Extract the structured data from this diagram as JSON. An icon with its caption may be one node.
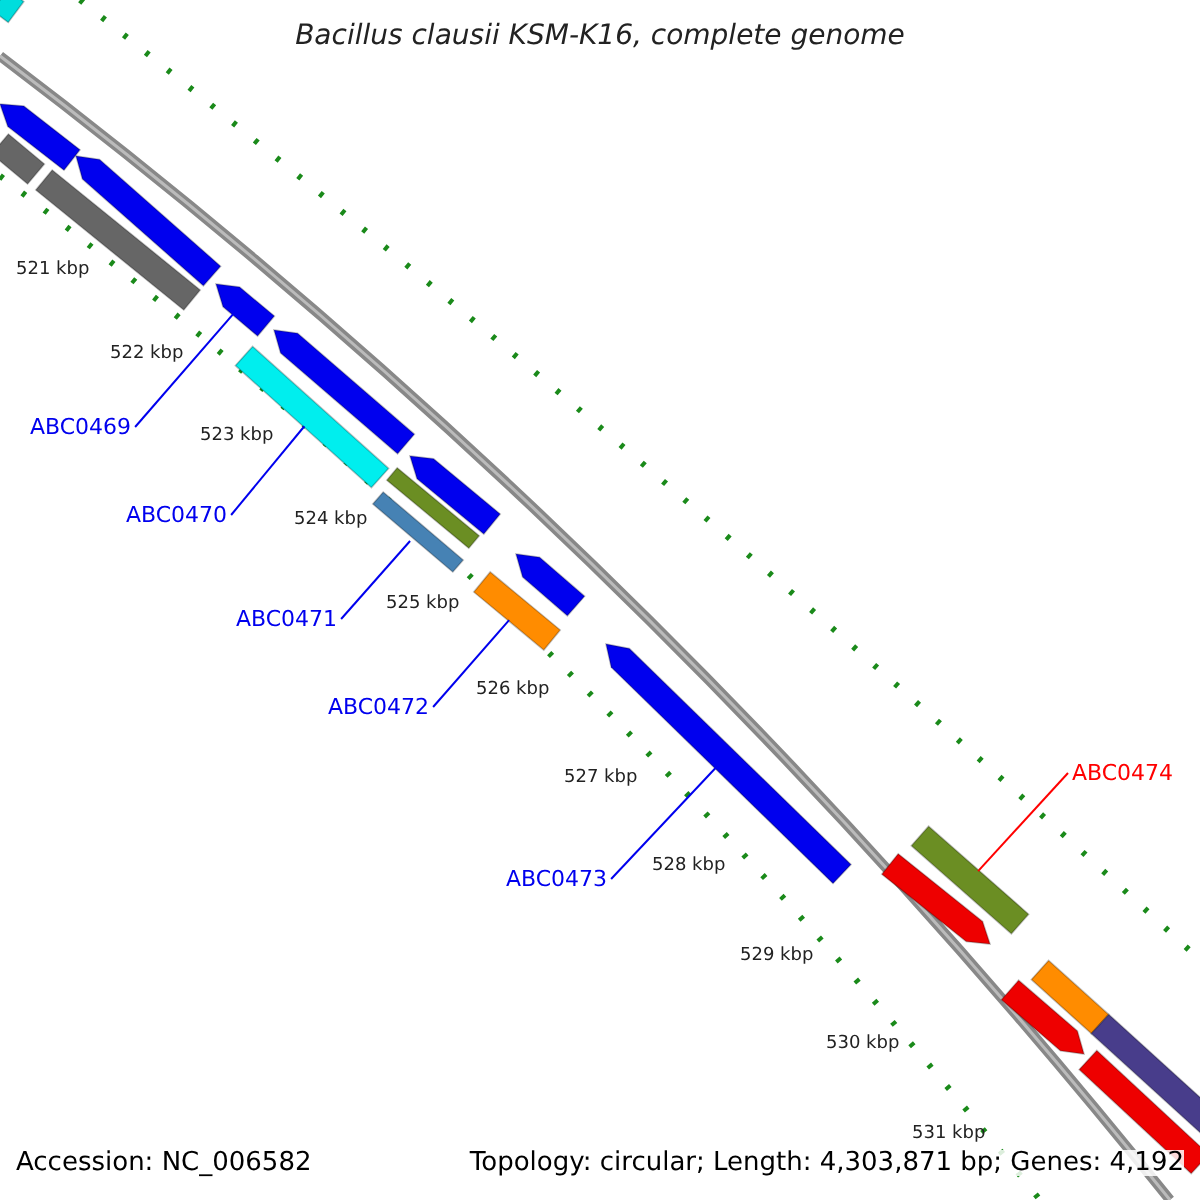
{
  "diagram": {
    "title": "Bacillus clausii KSM-K16, complete genome",
    "nodes": [
      {
        "text": [
          "ABC0469"
        ]
      },
      {
        "text": [
          "ABC0470"
        ]
      },
      {
        "text": [
          "ABC0471"
        ]
      },
      {
        "text": [
          "ABC0472"
        ]
      },
      {
        "text": [
          "ABC0473"
        ]
      },
      {
        "text": [
          "ABC0474"
        ]
      },
      {
        "text": [],
        "shape": "bar"
      },
      {
        "text": [],
        "shape": "arrow"
      },
      {
        "text": [],
        "shape": "bar"
      },
      {
        "text": [],
        "shape": "bar"
      },
      {
        "text": [],
        "shape": "arrow"
      },
      {
        "text": [],
        "shape": "arrow"
      },
      {
        "text": [],
        "shape": "arrow"
      },
      {
        "text": [],
        "shape": "bar"
      },
      {
        "text": [],
        "shape": "arrow"
      },
      {
        "text": [],
        "shape": "bar"
      },
      {
        "text": [],
        "shape": "bar"
      },
      {
        "text": [],
        "shape": "bar"
      },
      {
        "text": [],
        "shape": "arrow"
      },
      {
        "text": [],
        "shape": "arrow"
      },
      {
        "text": [],
        "shape": "arrow"
      },
      {
        "text": [],
        "shape": "bar"
      },
      {
        "text": [],
        "shape": "arrow"
      },
      {
        "text": [],
        "shape": "bar"
      },
      {
        "text": [],
        "shape": "bar"
      },
      {
        "text": [],
        "shape": "bar"
      }
    ],
    "edges": [
      {
        "from": 0,
        "to": 11,
        "arrow": "none"
      },
      {
        "from": 1,
        "to": 13,
        "arrow": "none"
      },
      {
        "from": 2,
        "to": 16,
        "arrow": "none"
      },
      {
        "from": 3,
        "to": 17,
        "arrow": "none"
      },
      {
        "from": 4,
        "to": 19,
        "arrow": "none"
      },
      {
        "from": 5,
        "to": 21,
        "arrow": "none",
        "color": "#ff0000"
      }
    ],
    "labels": [
      "521 kbp",
      "522 kbp",
      "523 kbp",
      "524 kbp",
      "525 kbp",
      "526 kbp",
      "527 kbp",
      "528 kbp",
      "529 kbp",
      "530 kbp",
      "531 kbp",
      "Accession: NC_006582",
      "Topology: circular; Length: 4,303,871 bp; Genes: 4,192"
    ]
  }
}
